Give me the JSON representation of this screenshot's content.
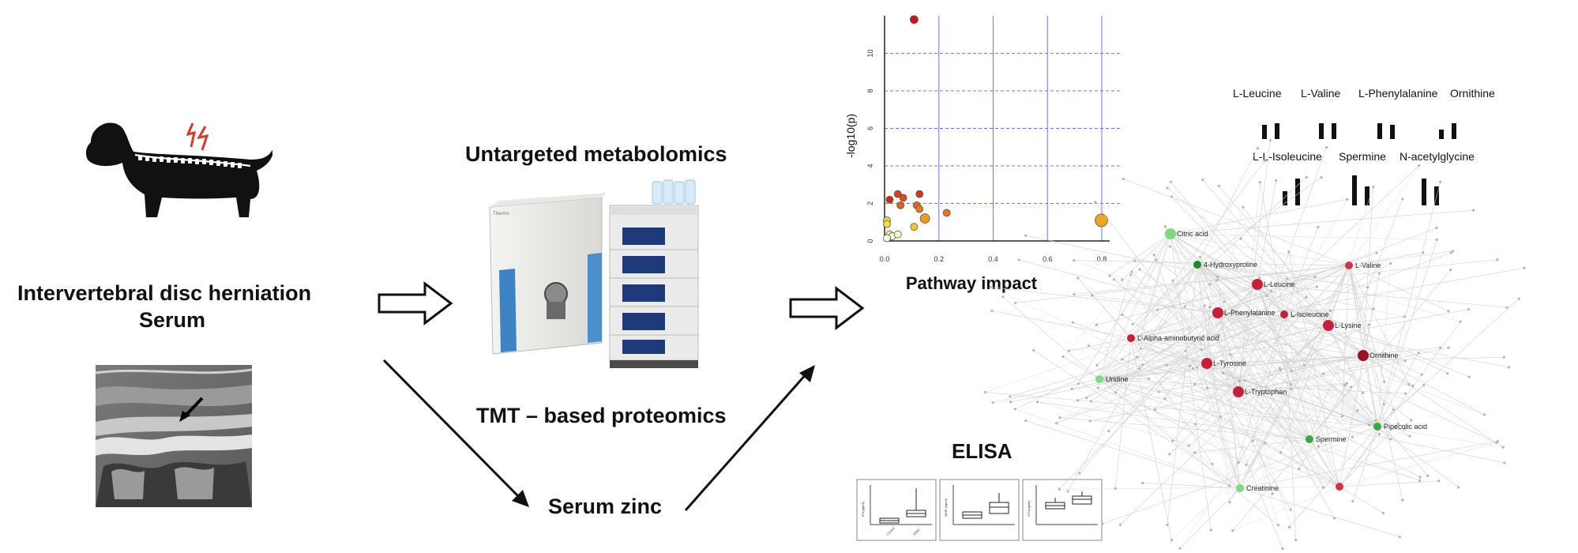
{
  "left_panel": {
    "title_line1": "Intervertebral disc herniation",
    "title_line2": "Serum",
    "icons": {
      "dog": "dachshund-spine-icon",
      "pain": "lightning-pain-icon",
      "mri": "mri-scan-image"
    }
  },
  "middle_panel": {
    "metabolomics_label": "Untargeted metabolomics",
    "proteomics_label": "TMT – based proteomics",
    "zinc_label": "Serum zinc",
    "instrument_icon": "lc-ms-instrument-icon"
  },
  "elisa": {
    "title": "ELISA",
    "ylabels": [
      "IFN(pg/ml)",
      "MMP (ng/ml)",
      "VTN(ug/ml)"
    ],
    "group_labels": [
      "Control",
      "IVDH"
    ]
  },
  "metabolite_bars": {
    "row1": [
      "L-Leucine",
      "L-Valine",
      "L-Phenylalanine",
      "Ornithine"
    ],
    "row2": [
      "L-L-Isoleucine",
      "Spermine",
      "N-acetylglycine"
    ]
  },
  "network": {
    "nodes": [
      {
        "label": "Citric acid",
        "color": "#7ddc7d"
      },
      {
        "label": "4-Hydroxyproline",
        "color": "#1e8c1e"
      },
      {
        "label": "L-Valine",
        "color": "#d9304a"
      },
      {
        "label": "L-Leucine",
        "color": "#c91e3a"
      },
      {
        "label": "L-Phenylalanine",
        "color": "#c91e3a"
      },
      {
        "label": "L-Isoleucine",
        "color": "#c91e3a"
      },
      {
        "label": "L-Lysine",
        "color": "#c91e3a"
      },
      {
        "label": "L-Alpha-aminobutyric acid",
        "color": "#c91e3a"
      },
      {
        "label": "Ornithine",
        "color": "#9a1222"
      },
      {
        "label": "L-Tyrosine",
        "color": "#c91e3a"
      },
      {
        "label": "Uridine",
        "color": "#7ddc7d"
      },
      {
        "label": "L-Tryptophan",
        "color": "#c91e3a"
      },
      {
        "label": "Pipecolic acid",
        "color": "#3aa83a"
      },
      {
        "label": "Spermine",
        "color": "#3aa83a"
      },
      {
        "label": "Creatinine",
        "color": "#7ddc7d"
      },
      {
        "label": "",
        "color": "#d9304a"
      }
    ]
  },
  "chart_data": {
    "type": "scatter",
    "title": "",
    "xlabel": "Pathway impact",
    "ylabel": "-log10(p)",
    "xlim": [
      0,
      0.8
    ],
    "ylim": [
      0,
      12
    ],
    "x_ticks": [
      "0.0",
      "0.2",
      "0.4",
      "0.6",
      "0.8"
    ],
    "y_ticks": [
      "0",
      "2",
      "4",
      "6",
      "8",
      "10"
    ],
    "grid": true,
    "points": [
      {
        "x": 0.1,
        "y": 11.8,
        "color": "#c81414"
      },
      {
        "x": 0.01,
        "y": 2.2,
        "color": "#d52a12"
      },
      {
        "x": 0.04,
        "y": 2.5,
        "color": "#d8401a"
      },
      {
        "x": 0.06,
        "y": 2.3,
        "color": "#dc4c1e"
      },
      {
        "x": 0.05,
        "y": 1.9,
        "color": "#e2601c"
      },
      {
        "x": 0.12,
        "y": 2.5,
        "color": "#d7331c"
      },
      {
        "x": 0.11,
        "y": 1.9,
        "color": "#e36a1c"
      },
      {
        "x": 0.12,
        "y": 1.7,
        "color": "#e87a1e"
      },
      {
        "x": 0.14,
        "y": 1.2,
        "color": "#ed9a22"
      },
      {
        "x": 0.22,
        "y": 1.5,
        "color": "#e9761f"
      },
      {
        "x": 0.1,
        "y": 0.75,
        "color": "#f3c82b"
      },
      {
        "x": 0.0,
        "y": 1.1,
        "color": "#f3d040"
      },
      {
        "x": 0.0,
        "y": 0.9,
        "color": "#f5d84a"
      },
      {
        "x": 0.01,
        "y": 0.35,
        "color": "#f7ec8c"
      },
      {
        "x": 0.02,
        "y": 0.25,
        "color": "#fbf7d0"
      },
      {
        "x": 0.04,
        "y": 0.35,
        "color": "#fbf6c8"
      },
      {
        "x": 0.0,
        "y": 0.15,
        "color": "#fefce8"
      },
      {
        "x": 0.79,
        "y": 1.1,
        "color": "#eea620"
      }
    ]
  }
}
